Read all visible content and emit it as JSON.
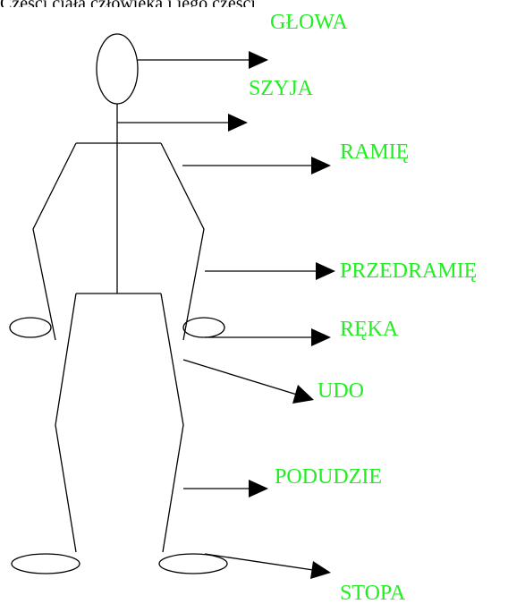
{
  "header": {
    "text": "Części ciała człowieka i jego części"
  },
  "label_color": "#22ee22",
  "line_color": "#000000",
  "labels": {
    "head": "GŁOWA",
    "neck": "SZYJA",
    "shoulder": "RAMIĘ",
    "forearm": "PRZEDRAMIĘ",
    "hand": "RĘKA",
    "thigh": "UDO",
    "lower_leg": "PODUDZIE",
    "foot": "STOPA"
  }
}
